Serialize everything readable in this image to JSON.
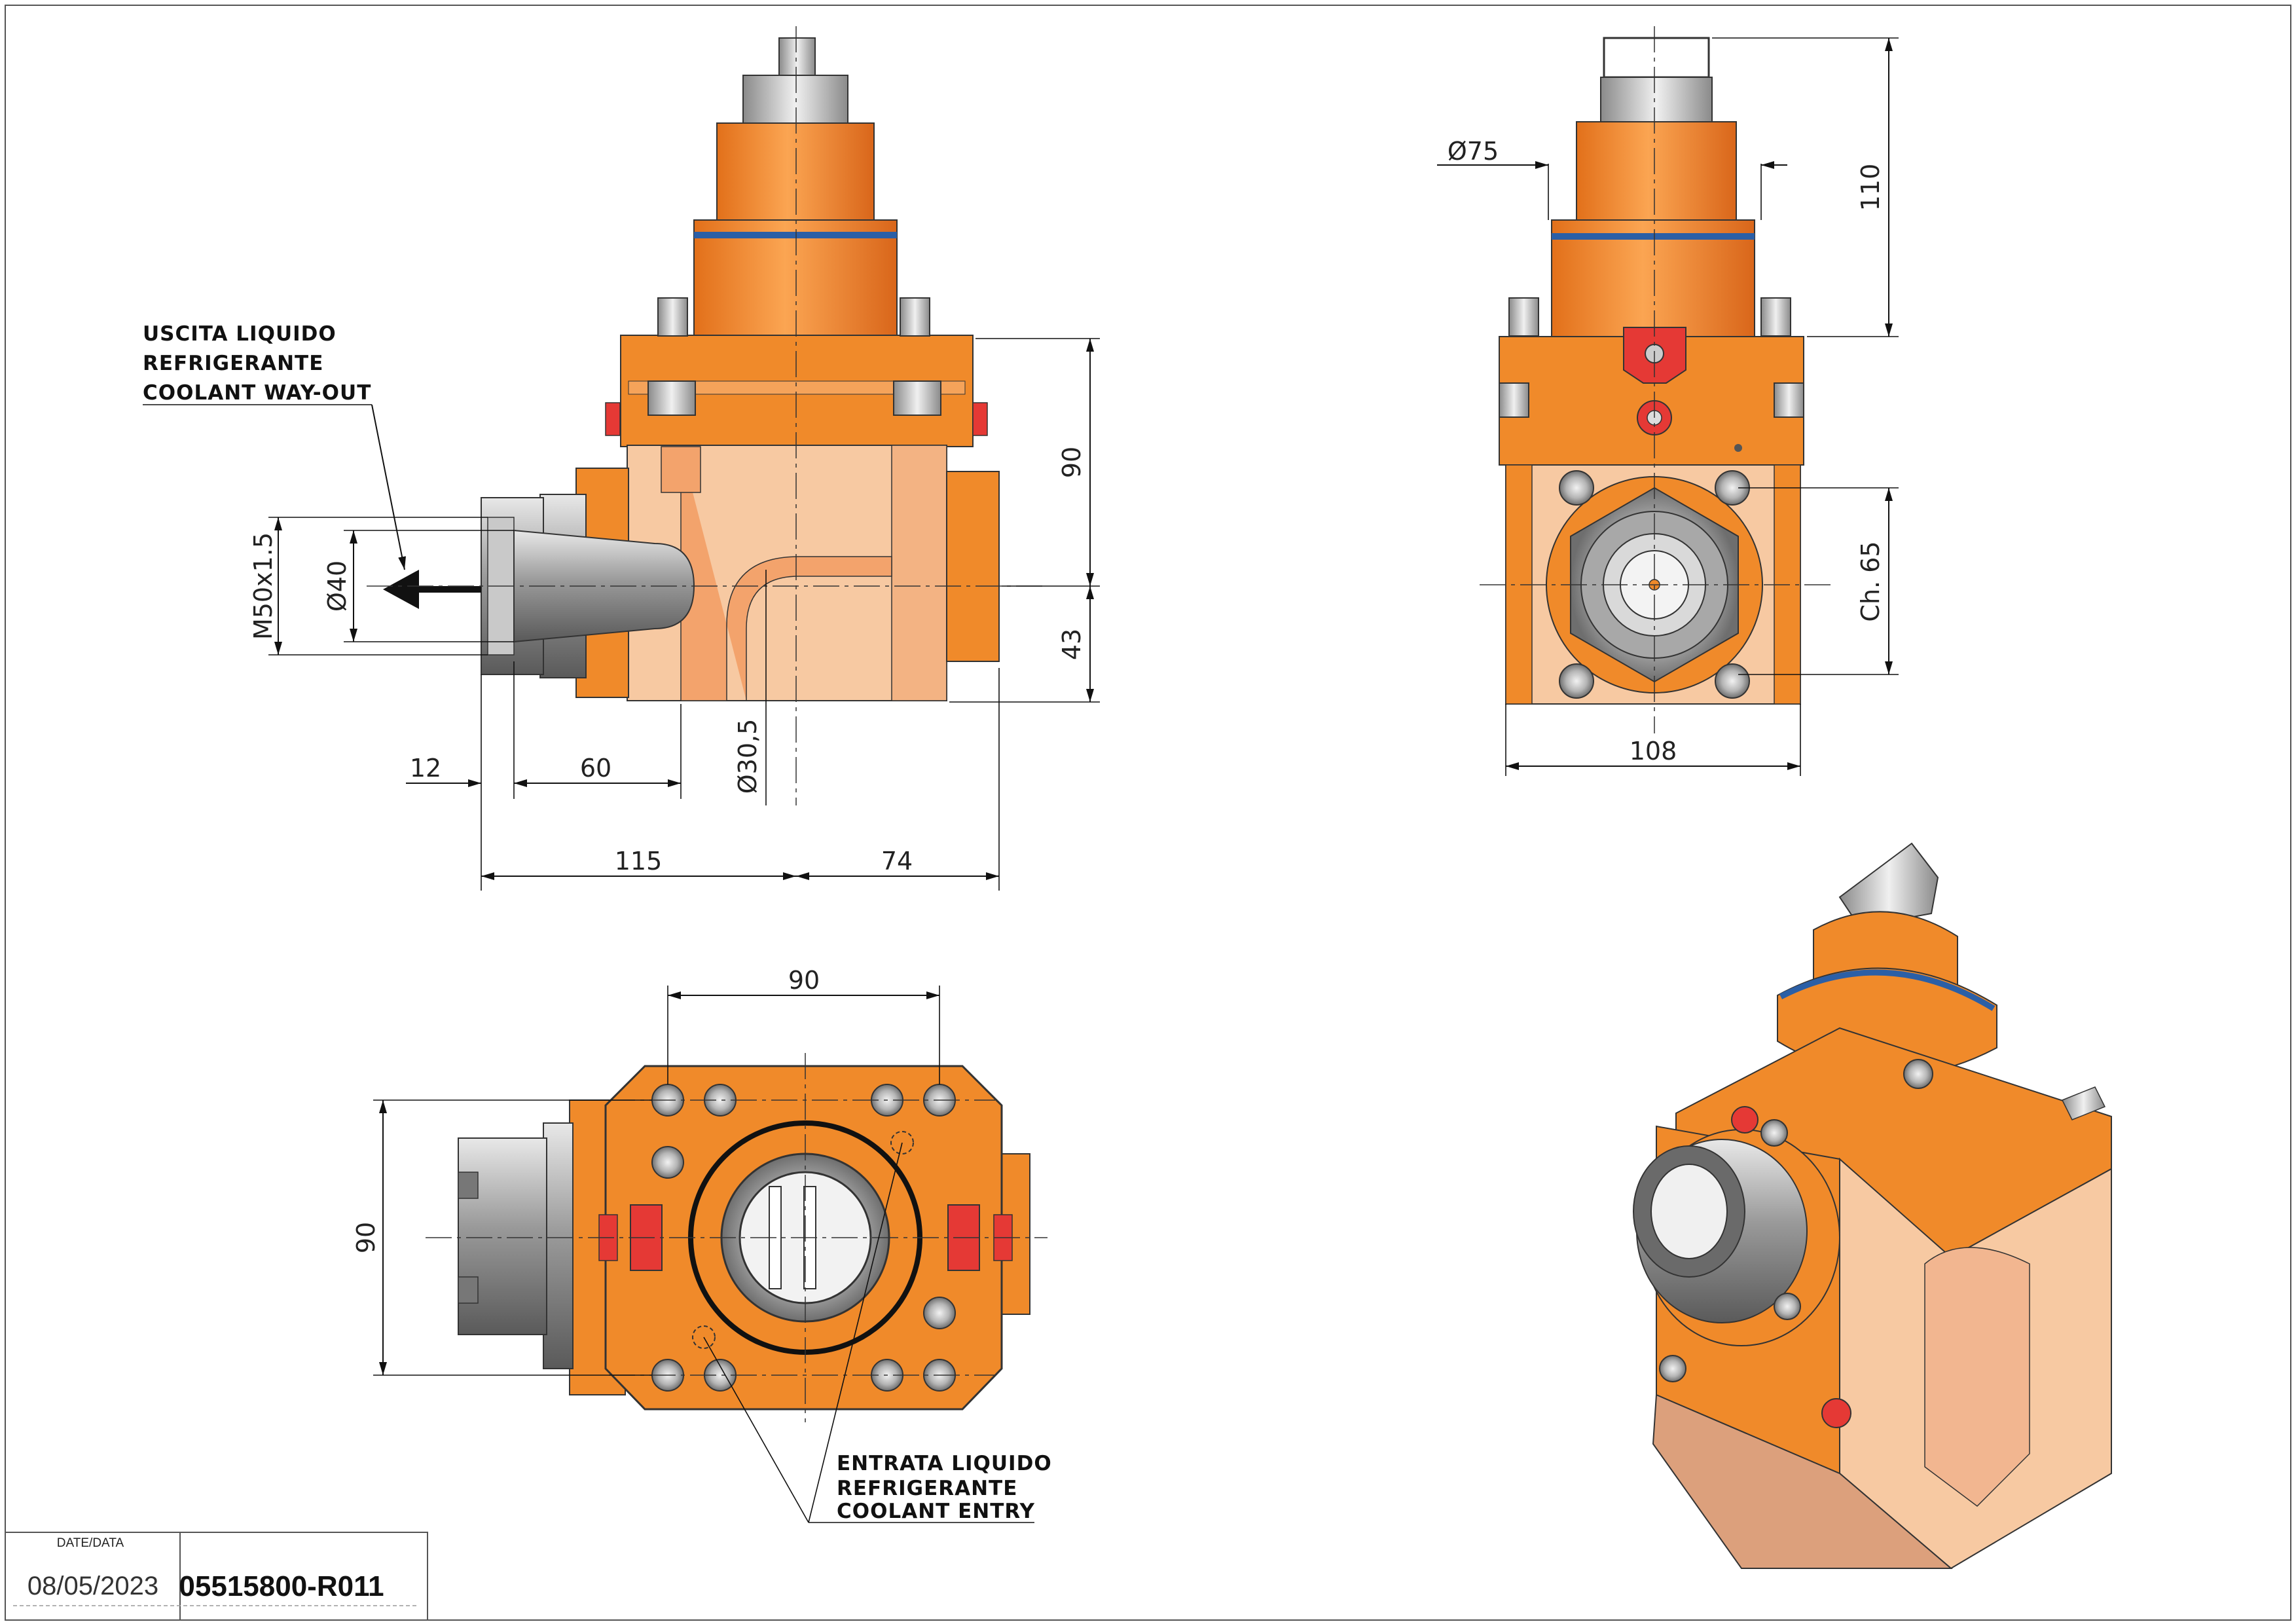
{
  "drawing": {
    "part_number": "05515800-R011",
    "date_label": "DATE/DATA",
    "date": "08/05/2023"
  },
  "notes": {
    "coolant_outlet": [
      "USCITA LIQUIDO",
      "REFRIGERANTE",
      "COOLANT WAY-OUT"
    ],
    "coolant_inlet": [
      "ENTRATA LIQUIDO",
      "REFRIGERANTE",
      "COOLANT ENTRY"
    ]
  },
  "dimensions": {
    "side_view": {
      "thread": "M50x1.5",
      "bore": "Ø40",
      "coolant_bore": "Ø30,5",
      "height_upper": "90",
      "height_lower": "43",
      "offset_12": "12",
      "offset_60": "60",
      "length_115": "115",
      "length_74": "74"
    },
    "front_view": {
      "shank_diameter": "Ø75",
      "shank_height": "110",
      "hex_size": "Ch. 65",
      "width": "108"
    },
    "top_view": {
      "bolt_spacing_x": "90",
      "bolt_spacing_y": "90"
    }
  },
  "colors": {
    "body_orange": "#f08a2a",
    "body_peach": "#f7c9a2",
    "steel_grey": "#b8b8b8",
    "seal_blue": "#2b5fa6",
    "plug_red": "#e53935"
  }
}
